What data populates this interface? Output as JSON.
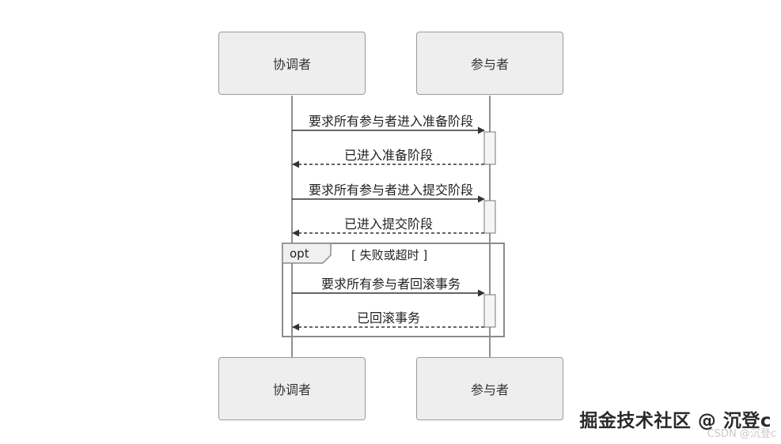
{
  "participants": {
    "coordinator": "协调者",
    "participant": "参与者"
  },
  "messages": [
    {
      "text": "要求所有参与者进入准备阶段",
      "direction": "request"
    },
    {
      "text": "已进入准备阶段",
      "direction": "reply"
    },
    {
      "text": "要求所有参与者进入提交阶段",
      "direction": "request"
    },
    {
      "text": "已进入提交阶段",
      "direction": "reply"
    },
    {
      "text": "要求所有参与者回滚事务",
      "direction": "request"
    },
    {
      "text": "已回滚事务",
      "direction": "reply"
    }
  ],
  "fragment": {
    "operator": "opt",
    "condition": "[ 失败或超时 ]"
  },
  "watermark": {
    "main": "掘金技术社区 @ 沉登c",
    "sub": "CSDN @沉登c"
  },
  "colors": {
    "box_fill": "#eeeeee",
    "box_border": "#9a9a9a",
    "line": "#333333",
    "fragment_border": "#8c8c8c"
  }
}
